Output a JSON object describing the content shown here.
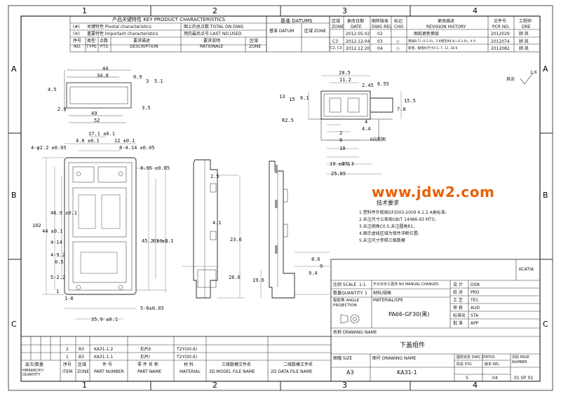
{
  "zones": {
    "cols": [
      "1",
      "2",
      "3",
      "4"
    ],
    "rows": [
      "A",
      "B",
      "C"
    ]
  },
  "key_characteristics": {
    "title": "产品关键特性 KEY PRODUCT CHARACTERISTICS",
    "row1_mark": "(#)",
    "row1_text": "关键特性 Pivotal characteristics",
    "row2_mark": "(※)",
    "row2_text": "重要特性 Important characteristics",
    "total_dwg": "图上的总点数 TOTAL ON DWG",
    "last_used": "用的最后点号 LAST NO.USED",
    "col_no": "序号",
    "col_no_en": "NO.",
    "col_type": "类型",
    "col_type_en": "TYPE",
    "col_pts": "点数",
    "col_pts_en": "PTS",
    "col_desc": "要求描述",
    "col_desc_en": "DESCRIPTION",
    "col_rat": "要求说明",
    "col_rat_en": "RATIONALE",
    "col_zone": "区域",
    "col_zone_en": "ZONE"
  },
  "datum_table": {
    "title": "基准 DATUMS",
    "col_datum": "基准 DATUM",
    "col_zone": "区域 ZONE"
  },
  "revision": {
    "col_zone": "区域",
    "col_zone_en": "ZONE",
    "col_date": "更改日期",
    "col_date_en": "DATE",
    "col_rel": "图样版本",
    "col_rel_en": "DWG REL",
    "col_chg": "标记",
    "col_chg_en": "CHG",
    "col_hist": "更改描述",
    "col_hist_en": "REVISION HISTORY",
    "col_pcr": "文件号",
    "col_pcr_en": "PCR NO.",
    "col_dre": "工程师",
    "col_dre_en": "DRE",
    "rows": [
      {
        "zone": "",
        "date": "2012.05.02",
        "rel": "02",
        "chg": "",
        "desc": "图纸更新换版",
        "pcr": "2012029",
        "dre": "顾 凯"
      },
      {
        "zone": "C3",
        "date": "2012.12.04",
        "rel": "03",
        "chg": "◇",
        "desc": "增加B.T(=0.1.0)，2.8增至89.4(=0.1.0)，4.9",
        "pcr": "2012074",
        "dre": "顾 凯"
      },
      {
        "zone": "C2, C3",
        "date": "2012.12.20",
        "rel": "04",
        "chg": "◇",
        "desc": "新增，规增补尺寸0.5, 7, 11, 28.6",
        "pcr": "2012082",
        "dre": "顾 凯"
      }
    ]
  },
  "watermark": "www.jdw2.com",
  "tech_requirements": {
    "title": "技术要求",
    "items": [
      "1.塑料件外观按GF/D03-2009  6.1.2 A类标准;",
      "2.未注尺寸公差按GB/T 14486-93 MT5;",
      "3.未注倒角C0.5,未注圆角R1;",
      "4.图示虚线区域为锁件冲断位置;",
      "5.未注尺寸参照三维数模"
    ]
  },
  "surface_note": "其余",
  "roughness": "1.6",
  "section_note": "K向视图",
  "dims": {
    "d44": "44",
    "d348": "34.8",
    "d49": "49",
    "d52": "52",
    "d45": "4.5",
    "d29": "2.9",
    "d09": "0.9",
    "d3": "3",
    "d51": "5.1",
    "d35": "3.5",
    "d171": "17.1 ±0.1",
    "d46": "4.6 ±0.1",
    "d12": "12 ±0.1",
    "d42": "4-φ2.2 ±0.05",
    "d8": "8-4.14 ±0.05",
    "d102": "102",
    "d44b": "44 ±0.1",
    "d469": "46.9 ±0.1",
    "d4148": "4-14",
    "d4928": "4-9.2",
    "d05": "0.5",
    "d522": "5-2.2",
    "d1": "1",
    "d18": "1-8",
    "d359": "35.9 ±0.1",
    "d8953": "8.95 ±0.05",
    "d452": "45.2 ±0.1",
    "d67": "67 ±0.1",
    "d56": "5-6±0.05",
    "d285": "28.5",
    "d112": "11.2",
    "d245": "2.45",
    "d655": "6.55",
    "d155": "15.5",
    "d78": "7.8",
    "d13": "13",
    "d15": "15",
    "d61": "6.1",
    "dR25": "R2.5",
    "d44c": "4.4",
    "d4": "4",
    "d19": "19 ±0.1",
    "d253": "25.3",
    "d2585": "25.85",
    "d10": "10",
    "d8b": "8",
    "d2": "2",
    "d25": "2.5",
    "d41": "4.1",
    "d236": "23.6",
    "d86": "8.6",
    "d9": "9",
    "d94": "9.4",
    "d196": "19.6",
    "d266": "26.6"
  },
  "title_block": {
    "scale_label": "比例 SCALE",
    "scale": "1:1",
    "no_manual": "不允许手工更改 NO MANUAL CHANGES",
    "qty_label": "数量QUANTITY",
    "qty": "1",
    "material_label": "材料/规格",
    "material_en": "MATERIAL/SPE",
    "projection": "投影角 ANGLE PROJECTION",
    "material": "PA66-GF30(黑)",
    "design": "设 计",
    "design_en": "DSN",
    "check": "校 对",
    "check_en": "PRO",
    "tech": "工 艺",
    "tech_en": "TEC",
    "audit": "审 核",
    "audit_en": "AUD",
    "std": "标准化",
    "std_en": "STA",
    "approve": "批 准",
    "approve_en": "APP",
    "code": "KCATIA",
    "name_label": "名称 DRAWING NAME",
    "name": "下盖组件",
    "size_label": "图幅 SIZE",
    "size": "A3",
    "dwg_label": "图号 DRAWING NAME",
    "dwg_no": "KA31-1",
    "status_label": "图样状态 DWG STATUS",
    "stage_label": "阶段 STG",
    "stage": "S",
    "rel_label": "版本 REL",
    "rel": "04",
    "page_label": "页码 PAGE NUMBER",
    "page": "01 OF 01"
  },
  "bom": {
    "rows": [
      {
        "item": "2",
        "zone": "B3",
        "part": "KA31-1.2",
        "name": "扣片Ⅱ",
        "material": "T2Y(δ0.6)"
      },
      {
        "item": "1",
        "zone": "B3",
        "part": "KA31-1.1",
        "name": "扣片Ⅰ",
        "material": "T2Y(δ0.6)"
      }
    ],
    "h_hier": "层次/数量",
    "h_hier_en": "HIERARCHY/ QUANTITY",
    "h_item": "序号",
    "h_item_en": "ITEM",
    "h_zone": "区域",
    "h_zone_en": "ZONE",
    "h_part": "件 号",
    "h_part_en": "PART NUMBER",
    "h_name": "零 件 名 称",
    "h_name_en": "PART NAME",
    "h_mat": "材 料",
    "h_mat_en": "MATERIAL",
    "h_3d": "三维数模文件名",
    "h_3d_en": "3D MODEL FILE NAME",
    "h_2d": "二维数模文件名",
    "h_2d_en": "2D DATA FILE NAME"
  }
}
